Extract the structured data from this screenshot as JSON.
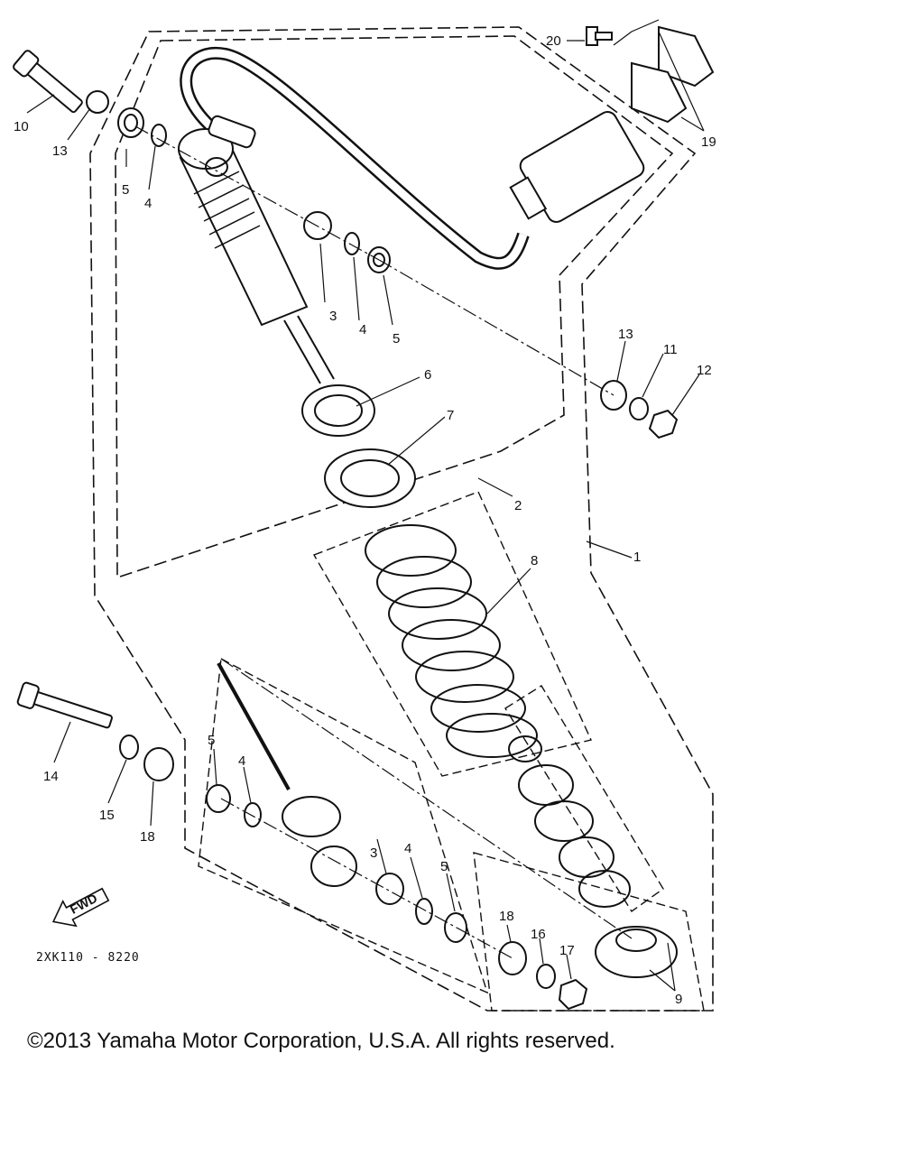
{
  "callouts": {
    "c1": "1",
    "c2": "2",
    "c3a": "3",
    "c3b": "3",
    "c4a": "4",
    "c4b": "4",
    "c4c": "4",
    "c4d": "4",
    "c5a": "5",
    "c5b": "5",
    "c5c": "5",
    "c5d": "5",
    "c6": "6",
    "c7": "7",
    "c8": "8",
    "c9": "9",
    "c10": "10",
    "c11": "11",
    "c12": "12",
    "c13a": "13",
    "c13b": "13",
    "c14": "14",
    "c15": "15",
    "c16": "16",
    "c17": "17",
    "c18a": "18",
    "c18b": "18",
    "c19": "19",
    "c20": "20"
  },
  "fwd_label": "FWD",
  "diagram_code": "2XK110 - 8220",
  "copyright": "©2013 Yamaha Motor Corporation, U.S.A. All rights reserved."
}
